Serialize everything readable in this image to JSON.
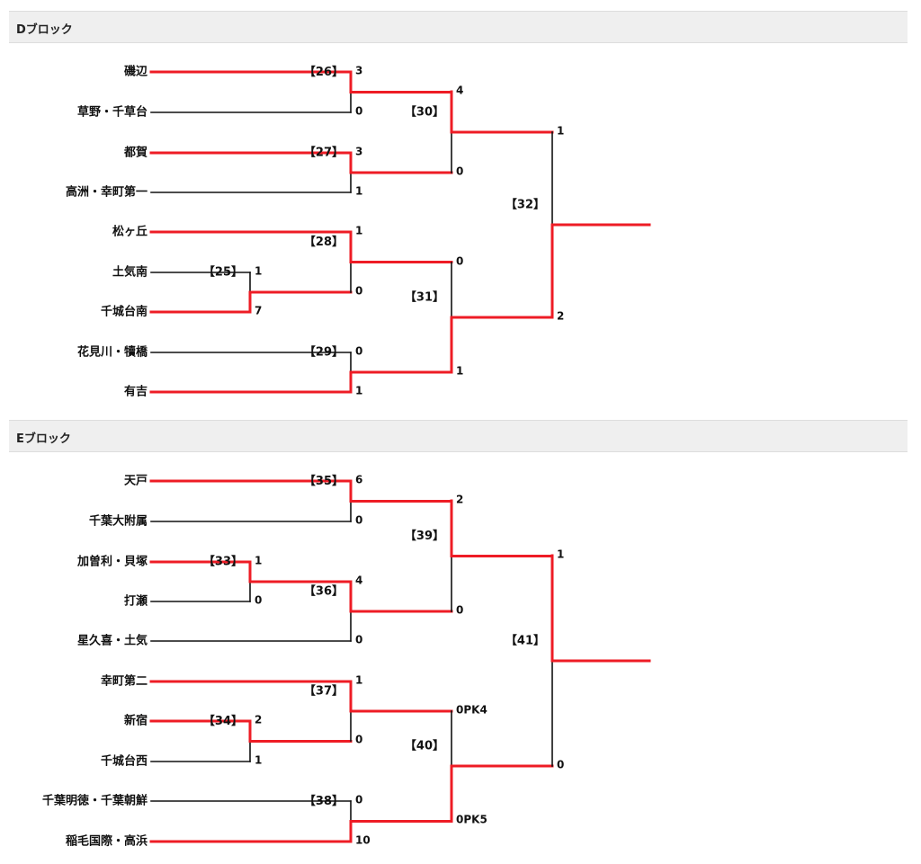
{
  "colors": {
    "winner": "#ee1c25",
    "loser": "#111111",
    "header_bg": "#efefef"
  },
  "blocks": [
    {
      "title": "Dブロック",
      "teams": [
        "磯辺",
        "草野・千草台",
        "都賀",
        "高洲・幸町第一",
        "松ヶ丘",
        "土気南",
        "千城台南",
        "花見川・犢橋",
        "有吉"
      ],
      "matches": [
        {
          "id": "25",
          "label": "【25】",
          "top": "土気南",
          "bottom": "千城台南",
          "top_score": "1",
          "bottom_score": "7",
          "winner": "bottom"
        },
        {
          "id": "26",
          "label": "【26】",
          "top": "磯辺",
          "bottom": "草野・千草台",
          "top_score": "3",
          "bottom_score": "0",
          "winner": "top"
        },
        {
          "id": "27",
          "label": "【27】",
          "top": "都賀",
          "bottom": "高洲・幸町第一",
          "top_score": "3",
          "bottom_score": "1",
          "winner": "top"
        },
        {
          "id": "28",
          "label": "【28】",
          "top": "松ヶ丘",
          "bottom": "winner-25",
          "top_score": "1",
          "bottom_score": "0",
          "winner": "top"
        },
        {
          "id": "29",
          "label": "【29】",
          "top": "花見川・犢橋",
          "bottom": "有吉",
          "top_score": "0",
          "bottom_score": "1",
          "winner": "bottom"
        },
        {
          "id": "30",
          "label": "【30】",
          "top": "winner-26",
          "bottom": "winner-27",
          "top_score": "4",
          "bottom_score": "0",
          "winner": "top"
        },
        {
          "id": "31",
          "label": "【31】",
          "top": "winner-28",
          "bottom": "winner-29",
          "top_score": "0",
          "bottom_score": "1",
          "winner": "bottom"
        },
        {
          "id": "32",
          "label": "【32】",
          "top": "winner-30",
          "bottom": "winner-31",
          "top_score": "1",
          "bottom_score": "2",
          "winner": "bottom"
        }
      ]
    },
    {
      "title": "Eブロック",
      "teams": [
        "天戸",
        "千葉大附属",
        "加曽利・貝塚",
        "打瀬",
        "星久喜・土気",
        "幸町第二",
        "新宿",
        "千城台西",
        "千葉明徳・千葉朝鮮",
        "稲毛国際・高浜"
      ],
      "matches": [
        {
          "id": "33",
          "label": "【33】",
          "top": "加曽利・貝塚",
          "bottom": "打瀬",
          "top_score": "1",
          "bottom_score": "0",
          "winner": "top"
        },
        {
          "id": "34",
          "label": "【34】",
          "top": "新宿",
          "bottom": "千城台西",
          "top_score": "2",
          "bottom_score": "1",
          "winner": "top"
        },
        {
          "id": "35",
          "label": "【35】",
          "top": "天戸",
          "bottom": "千葉大附属",
          "top_score": "6",
          "bottom_score": "0",
          "winner": "top"
        },
        {
          "id": "36",
          "label": "【36】",
          "top": "winner-33",
          "bottom": "星久喜・土気",
          "top_score": "4",
          "bottom_score": "0",
          "winner": "top"
        },
        {
          "id": "37",
          "label": "【37】",
          "top": "幸町第二",
          "bottom": "winner-34",
          "top_score": "1",
          "bottom_score": "0",
          "winner": "top"
        },
        {
          "id": "38",
          "label": "【38】",
          "top": "千葉明徳・千葉朝鮮",
          "bottom": "稲毛国際・高浜",
          "top_score": "0",
          "bottom_score": "10",
          "winner": "bottom"
        },
        {
          "id": "39",
          "label": "【39】",
          "top": "winner-35",
          "bottom": "winner-36",
          "top_score": "2",
          "bottom_score": "0",
          "winner": "top"
        },
        {
          "id": "40",
          "label": "【40】",
          "top": "winner-37",
          "bottom": "winner-38",
          "top_score": "0PK4",
          "bottom_score": "0PK5",
          "winner": "bottom"
        },
        {
          "id": "41",
          "label": "【41】",
          "top": "winner-39",
          "bottom": "winner-40",
          "top_score": "1",
          "bottom_score": "0",
          "winner": "top"
        }
      ]
    }
  ]
}
